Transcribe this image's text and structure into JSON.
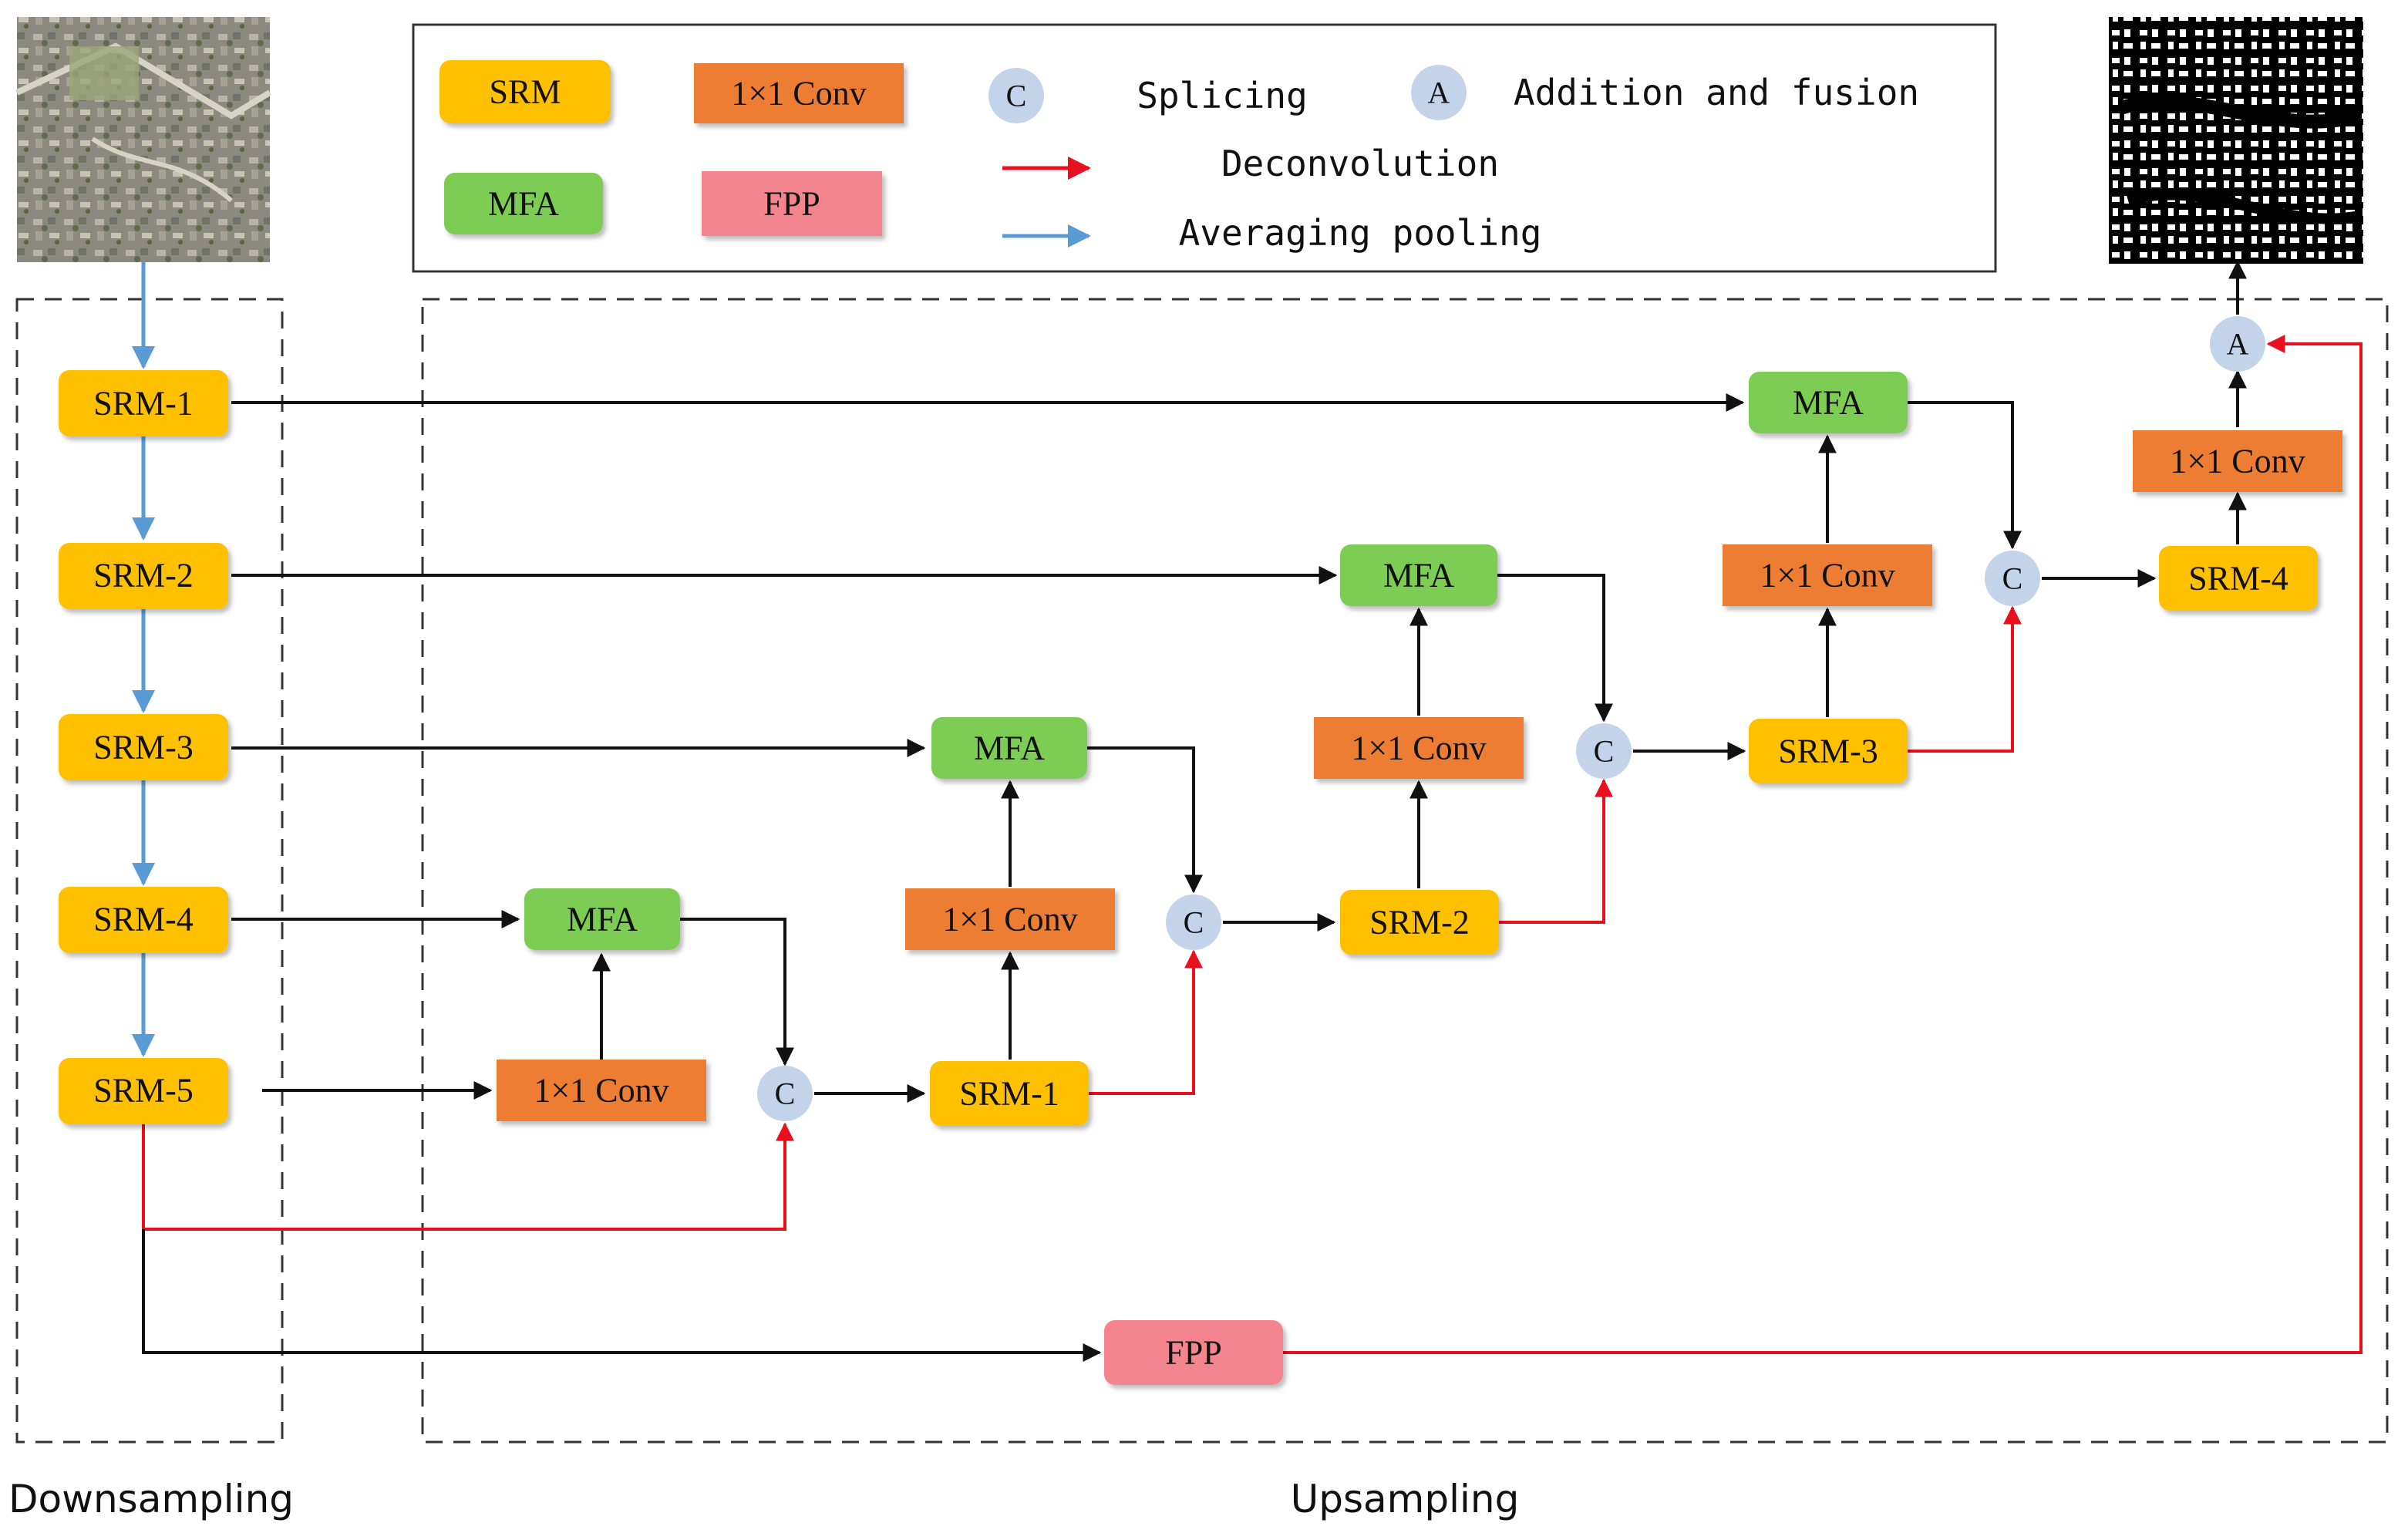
{
  "legend": {
    "srm": "SRM",
    "conv": "1×1 Conv",
    "splicing_symbol": "C",
    "splicing": "Splicing",
    "addition_symbol": "A",
    "addition": "Addition and fusion",
    "mfa": "MFA",
    "fpp": "FPP",
    "deconvolution": "Deconvolution",
    "averaging_pooling": "Averaging pooling"
  },
  "downsampling": {
    "label": "Downsampling",
    "blocks": [
      "SRM-1",
      "SRM-2",
      "SRM-3",
      "SRM-4",
      "SRM-5"
    ]
  },
  "upsampling": {
    "label": "Upsampling",
    "mfa": "MFA",
    "conv": "1×1 Conv",
    "fpp": "FPP",
    "splice": "C",
    "add": "A",
    "srm": [
      "SRM-1",
      "SRM-2",
      "SRM-3",
      "SRM-4"
    ]
  },
  "colors": {
    "srm": "#FFC000",
    "mfa": "#7DCC52",
    "conv": "#ED7D31",
    "fpp": "#F4858E",
    "node": "#C3D3EA",
    "deconvolution_arrow": "#E8101C",
    "pooling_arrow": "#5B9BD5"
  }
}
